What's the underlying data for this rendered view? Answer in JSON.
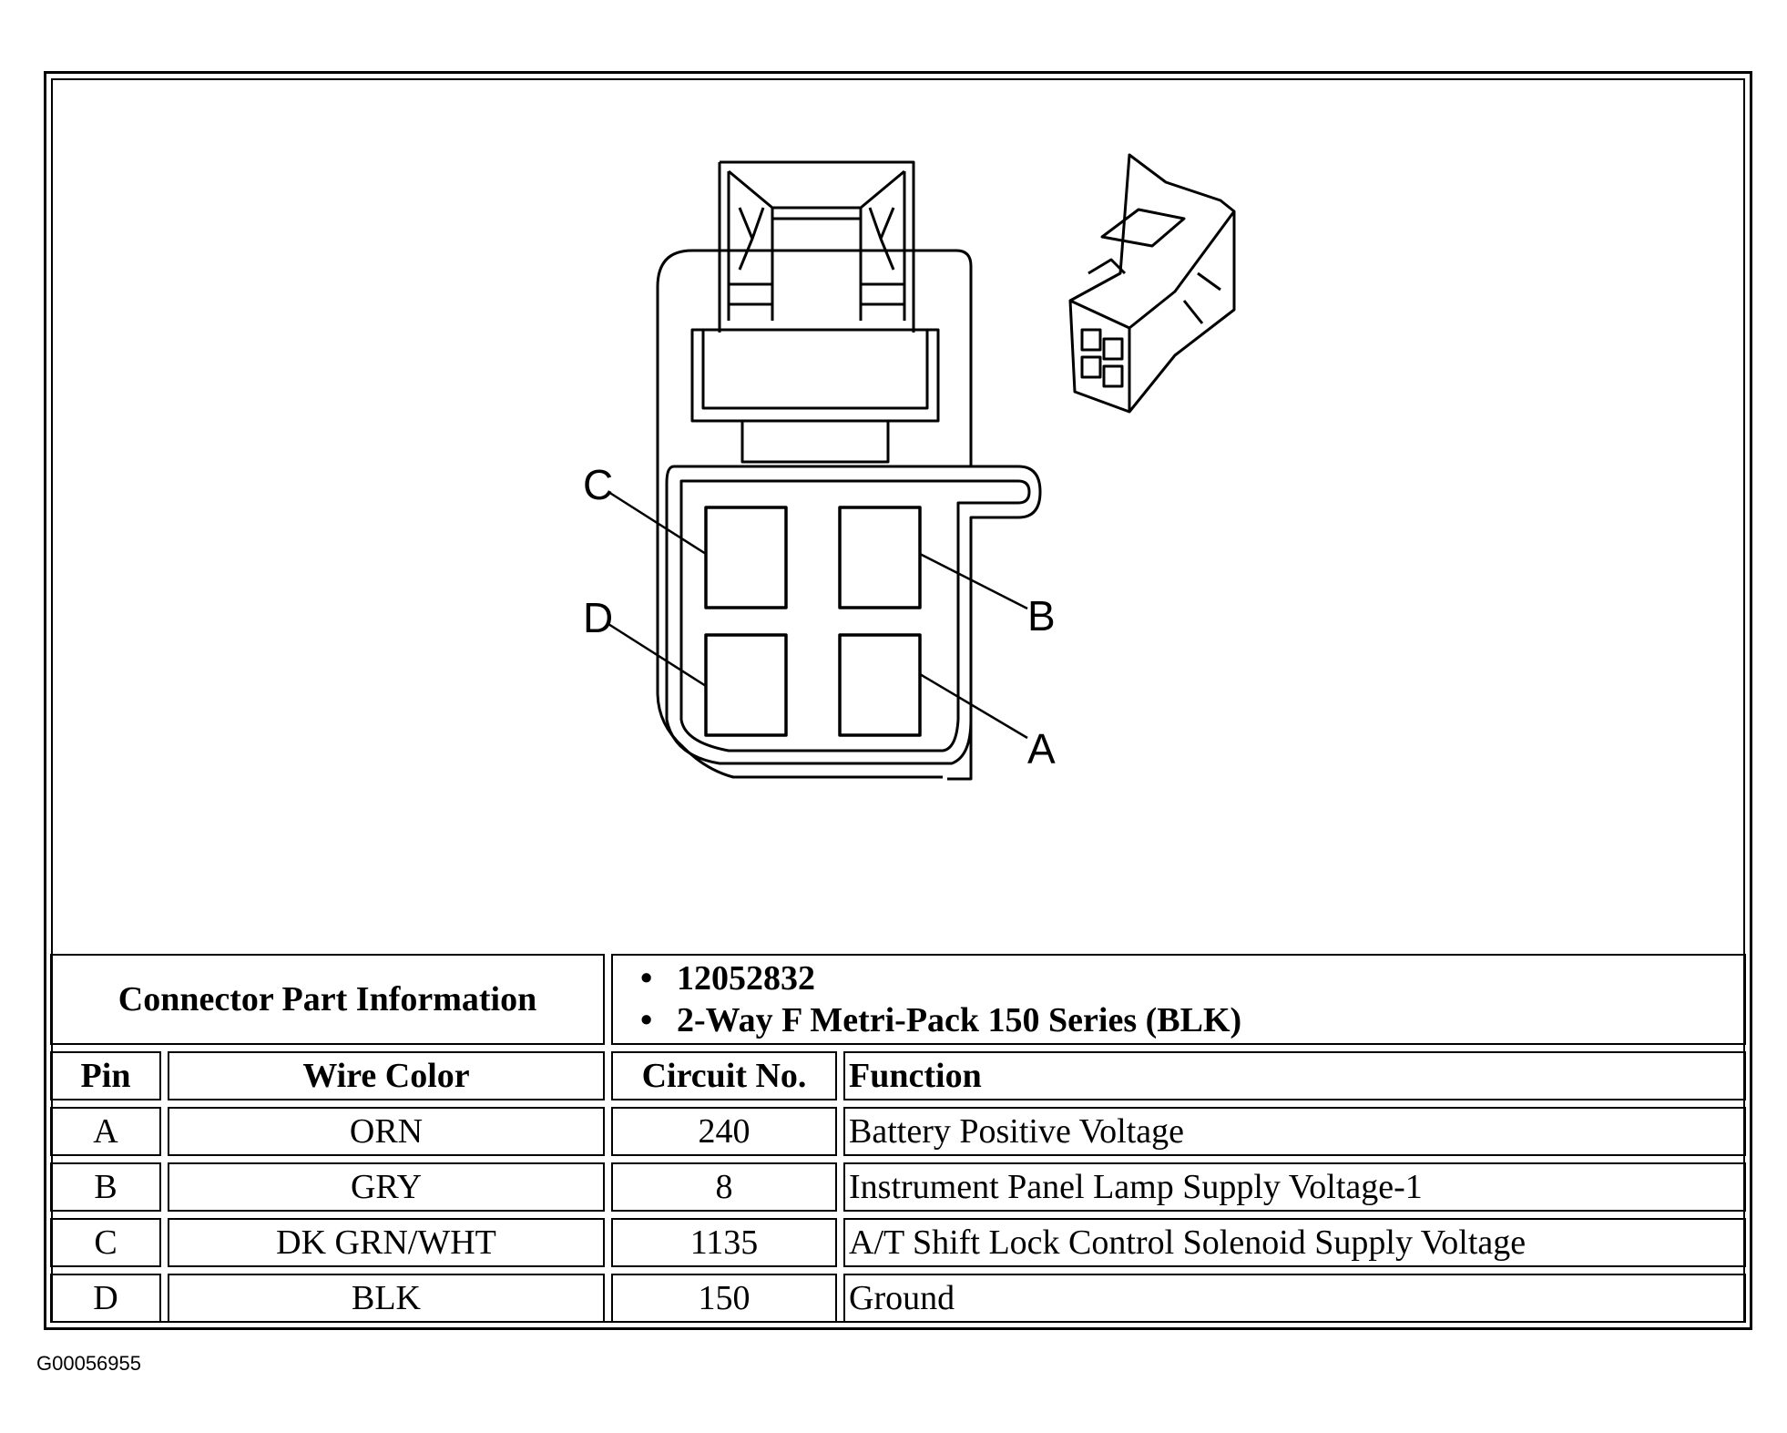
{
  "diagram": {
    "pin_labels": [
      "C",
      "D",
      "B",
      "A"
    ]
  },
  "connector": {
    "header": "Connector Part Information",
    "part_info": [
      "12052832",
      "2-Way F Metri-Pack 150 Series (BLK)"
    ]
  },
  "table": {
    "columns": [
      "Pin",
      "Wire Color",
      "Circuit No.",
      "Function"
    ],
    "rows": [
      {
        "pin": "A",
        "wire_color": "ORN",
        "circuit": "240",
        "function": "Battery Positive Voltage"
      },
      {
        "pin": "B",
        "wire_color": "GRY",
        "circuit": "8",
        "function": "Instrument Panel Lamp Supply Voltage-1"
      },
      {
        "pin": "C",
        "wire_color": "DK GRN/WHT",
        "circuit": "1135",
        "function": "A/T Shift Lock Control Solenoid Supply Voltage"
      },
      {
        "pin": "D",
        "wire_color": "BLK",
        "circuit": "150",
        "function": "Ground"
      }
    ]
  },
  "figure_code": "G00056955"
}
